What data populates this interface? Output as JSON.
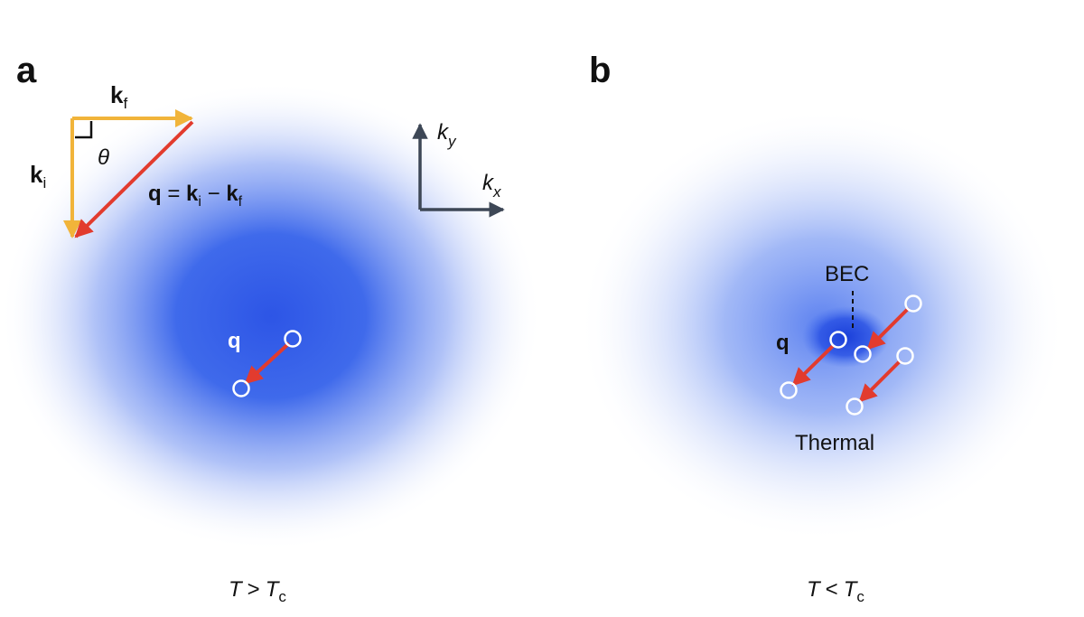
{
  "panels": {
    "a": {
      "letter": "a",
      "condition": {
        "T": "T",
        "op": ">",
        "Tc_main": "T",
        "Tc_sub": "c"
      },
      "kf_label": {
        "main": "k",
        "sub": "f"
      },
      "ki_label": {
        "main": "k",
        "sub": "i"
      },
      "theta": "θ",
      "q_eq": {
        "q": "q",
        "eq": " = ",
        "ki_main": "k",
        "ki_sub": "i",
        "minus": " − ",
        "kf_main": "k",
        "kf_sub": "f"
      },
      "axes": {
        "ky_main": "k",
        "ky_sub": "y",
        "kx_main": "k",
        "kx_sub": "x"
      },
      "q_inside": "q"
    },
    "b": {
      "letter": "b",
      "condition": {
        "T": "T",
        "op": "<",
        "Tc_main": "T",
        "Tc_sub": "c"
      },
      "bec_label": "BEC",
      "thermal_label": "Thermal",
      "q_label": "q"
    }
  },
  "colors": {
    "cloud": "#2f5bea",
    "arrow_q": "#e23b2e",
    "arrow_k": "#f1b43a",
    "axes": "#3d4756",
    "text": "#111111",
    "circle": "#ffffff"
  }
}
